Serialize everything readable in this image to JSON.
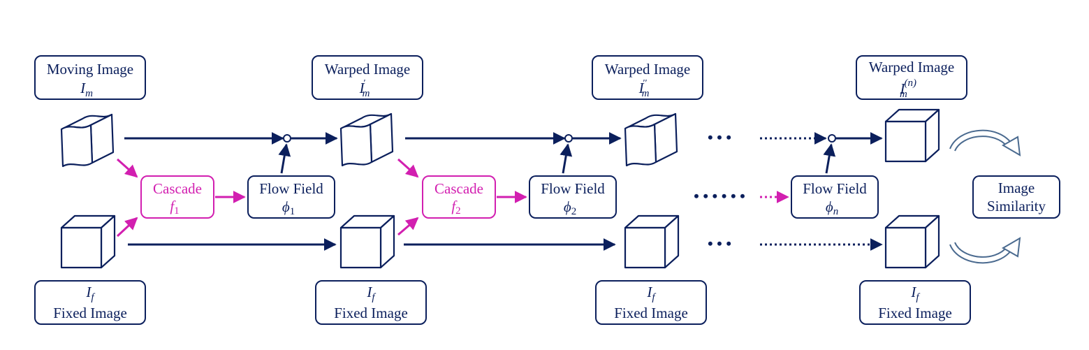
{
  "colors": {
    "navy": "#0b1f5c",
    "magenta": "#d21fb0",
    "steel": "#4a6a8f",
    "background": "#ffffff"
  },
  "stage0": {
    "top": {
      "title": "Moving Image",
      "symbol": "I",
      "sub": "m",
      "sup": ""
    },
    "bottom": {
      "symbol": "I",
      "sub": "f",
      "title": "Fixed Image"
    }
  },
  "stage1": {
    "top": {
      "title": "Warped Image",
      "symbol": "I",
      "sub": "m",
      "sup": "'"
    },
    "cascade": {
      "title": "Cascade",
      "symbol": "f",
      "sub": "1"
    },
    "flow": {
      "title": "Flow Field",
      "symbol": "ϕ",
      "sub": "1"
    },
    "bottom": {
      "symbol": "I",
      "sub": "f",
      "title": "Fixed Image"
    }
  },
  "stage2": {
    "top": {
      "title": "Warped Image",
      "symbol": "I",
      "sub": "m",
      "sup": "''"
    },
    "cascade": {
      "title": "Cascade",
      "symbol": "f",
      "sub": "2"
    },
    "flow": {
      "title": "Flow Field",
      "symbol": "ϕ",
      "sub": "2"
    },
    "bottom": {
      "symbol": "I",
      "sub": "f",
      "title": "Fixed Image"
    }
  },
  "stageN": {
    "top": {
      "title": "Warped Image",
      "symbol": "I",
      "sub": "m",
      "sup": "(n)"
    },
    "flow": {
      "title": "Flow Field",
      "symbol": "ϕ",
      "sub": "n"
    },
    "bottom": {
      "symbol": "I",
      "sub": "f",
      "title": "Fixed Image"
    }
  },
  "similarity": {
    "line1": "Image",
    "line2": "Similarity"
  },
  "ellipsis": "• • •",
  "ellipsis_long": "• • •  • • •"
}
